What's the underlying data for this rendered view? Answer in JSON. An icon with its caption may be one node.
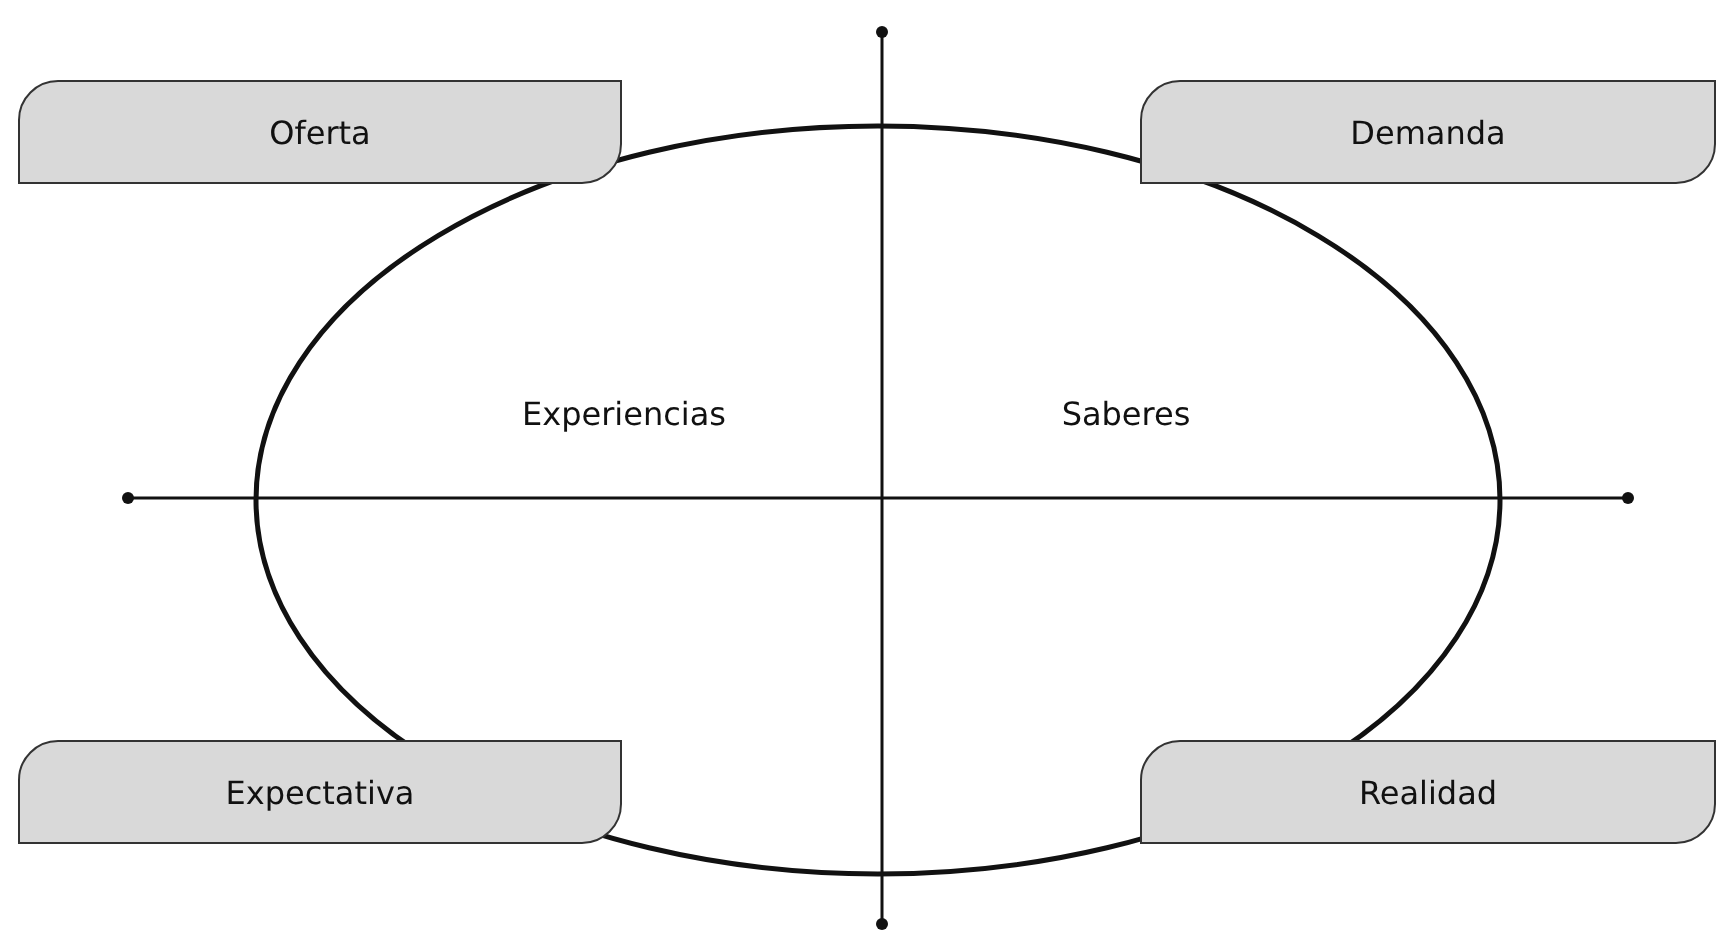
{
  "diagram": {
    "nodes": [
      {
        "text": [
          "Oferta"
        ]
      },
      {
        "text": [
          "Demanda"
        ]
      },
      {
        "text": [
          "Expectativa"
        ]
      },
      {
        "text": [
          "Realidad"
        ]
      }
    ],
    "labels": [
      "Experiencias",
      "Saberes"
    ]
  }
}
